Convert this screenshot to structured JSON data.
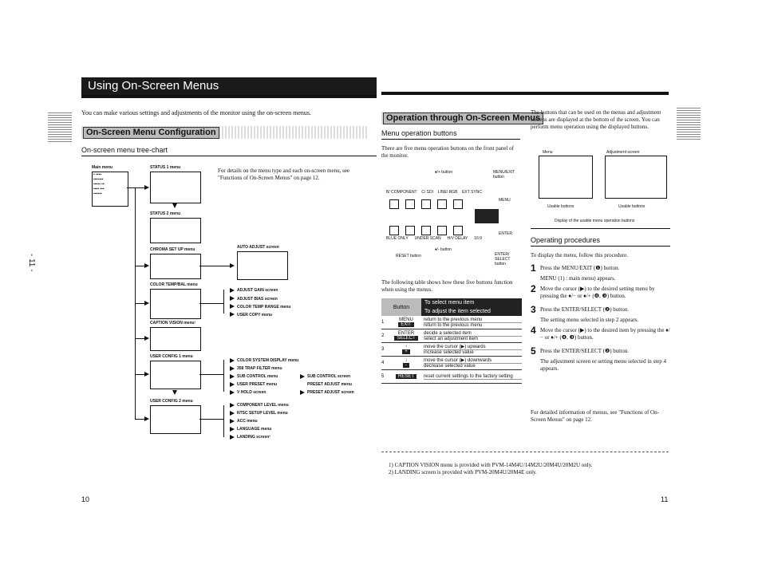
{
  "page": {
    "title": "Using On-Screen Menus",
    "side_marker": "- 11 -",
    "left_page_number": "10",
    "right_page_number": "11"
  },
  "left": {
    "intro": "You can make various settings and adjustments of the monitor using the on-screen menus.",
    "section_title": "On-Screen Menu Configuration",
    "subheading": "On-screen menu tree-chart",
    "note": "For details on the menu type and each on-screen menu, see \"Functions of On-Screen Menus\" on page 12.",
    "tree": {
      "main_menu": "Main menu",
      "status1": "STATUS 1 menu",
      "status2": "STATUS 2 menu",
      "chroma": "CHROMA SET UP menu",
      "color_temp": "COLOR TEMP/BAL menu",
      "caption": "CAPTION VISION menu¹",
      "user_config1": "USER CONFIG 1 menu",
      "user_config2": "USER CONFIG 2 menu",
      "auto_adjust": "AUTO ADJUST screen",
      "adjust_gain": "ADJUST GAIN screen",
      "adjust_bias": "ADJUST BIAS screen",
      "color_temp_range": "COLOR TEMP RANGE menu",
      "user_copy": "USER COPY menu",
      "color_system": "COLOR SYSTEM DISPLAY menu",
      "trap_filter": "358 TRAP FILTER menu",
      "sub_control": "SUB CONTROL menu",
      "sub_control2": "SUB CONTROL screen",
      "user_preset": "USER PRESET menu",
      "preset_adjust": "PRESET ADJUST menu",
      "v_hold": "V HOLD screen",
      "preset_adjust_screen": "PRESET ADJUST screen",
      "component_level": "COMPONENT LEVEL menu",
      "ntsc_setup": "NTSC SETUP LEVEL menu",
      "acc": "ACC menu",
      "language": "LANGUAGE menu",
      "landing": "LANDING screen²"
    }
  },
  "right": {
    "section_title": "Operation through On-Screen Menus",
    "menu_ops_heading": "Menu operation buttons",
    "menu_ops_intro": "There are five menu operation buttons on the front panel of the monitor.",
    "panel": {
      "up_button": "♦/+ button",
      "menu_exit": "MENU/EXIT button",
      "down_button": "♦/- button",
      "reset_button": "RESET button",
      "enter_select": "ENTER/ SELECT button",
      "top_labels": [
        "B/ COMPONENT",
        "C/ SDI",
        "LINE/ RGB",
        "EXT SYNC"
      ],
      "bottom_labels": [
        "BLUE ONLY",
        "UNDER SCAN",
        "H/V DELAY",
        "16:9"
      ],
      "menu_label": "MENU",
      "enter_label": "ENTER"
    },
    "table_intro": "The following table shows how these five buttons function when using the menus.",
    "table": {
      "col_button": "Button",
      "col_select": "To select menu item",
      "col_adjust": "To adjust the item selected",
      "rows": [
        {
          "num": "1",
          "label": "MENU",
          "key": "EXIT",
          "a": "return to the previous menu",
          "b": "return to the previous menu"
        },
        {
          "num": "2",
          "label": "ENTER",
          "key": "SELECT",
          "a": "decide a selected item",
          "b": "select an adjustment item"
        },
        {
          "num": "3",
          "label": "↑",
          "key": "+",
          "a": "move the cursor (▶) upwards",
          "b": "increase selected value"
        },
        {
          "num": "4",
          "label": "↓",
          "key": "-",
          "a": "move the cursor (▶) downwards",
          "b": "decrease selected value"
        },
        {
          "num": "5",
          "label": "",
          "key": "RESET",
          "a": "reset current settings to the factory setting",
          "b": ""
        }
      ]
    },
    "buttons_intro": "The buttons that can be used on the menus and adjustment screens are displayed at the bottom of the screen. You can perform menu operation using the displayed buttons.",
    "menu_label": "Menu",
    "adjustment_label": "Adjustment screen",
    "usable1": "Usable buttons",
    "usable2": "Usable buttons",
    "display_caption": "Display of the usable menu operation buttons",
    "procedures_heading": "Operating procedures",
    "procedures_intro": "To display the menu, follow this procedure.",
    "steps": [
      {
        "n": "1",
        "text": "Press the MENU/EXIT (❶) button.",
        "sub": "MENU (1) : main menu) appears."
      },
      {
        "n": "2",
        "text": "Move the cursor (▶) to the desired setting menu by pressing the ♦/− or ♦/+ (❹, ❸) button.",
        "sub": ""
      },
      {
        "n": "3",
        "text": "Press the ENTER/SELECT (❷) button.",
        "sub": "The setting menu selected in step 2 appears."
      },
      {
        "n": "4",
        "text": "Move the cursor (▶) to the desired item by pressing the ♦/− or ♦/+ (❹, ❸) button.",
        "sub": ""
      },
      {
        "n": "5",
        "text": "Press the ENTER/SELECT (❷) button.",
        "sub": "The adjustment screen or setting menu selected in step 4 appears."
      }
    ],
    "more_info": "For detailed information of menus, see \"Functions of On-Screen Menus\" on page 12."
  },
  "footnotes": [
    "1)  CAPTION VISION menu is provided with PVM-14M4U/14M2U/20M4U/20M2U only.",
    "2)  LANDING screen is provided with PVM-20M4U/20M4E only."
  ]
}
